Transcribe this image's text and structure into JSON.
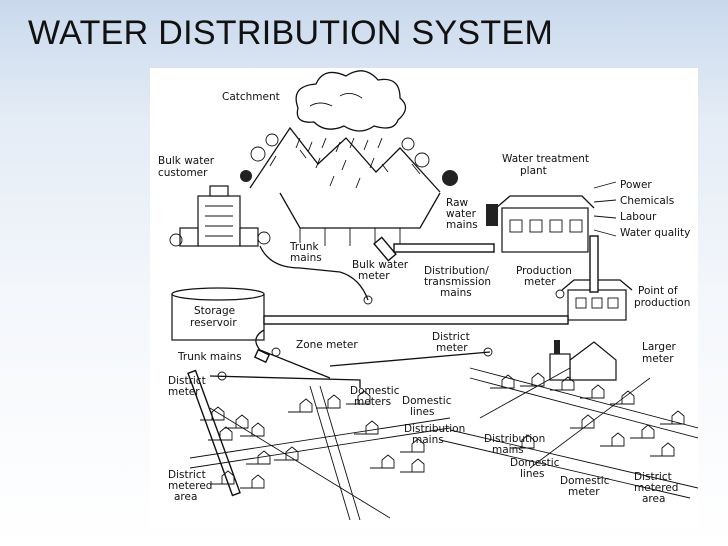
{
  "slide": {
    "title": "WATER DISTRIBUTION SYSTEM"
  },
  "diagram": {
    "labels": {
      "catchment": "Catchment",
      "bulk_water_customer_1": "Bulk water",
      "bulk_water_customer_2": "customer",
      "water_treatment_plant_1": "Water treatment",
      "water_treatment_plant_2": "plant",
      "power": "Power",
      "chemicals": "Chemicals",
      "labour": "Labour",
      "water_quality": "Water quality",
      "raw_water_mains_1": "Raw",
      "raw_water_mains_2": "water",
      "raw_water_mains_3": "mains",
      "trunk_mains_top_1": "Trunk",
      "trunk_mains_top_2": "mains",
      "bulk_water_meter_1": "Bulk water",
      "bulk_water_meter_2": "meter",
      "distribution_transmission_1": "Distribution/",
      "distribution_transmission_2": "transmission",
      "distribution_transmission_3": "mains",
      "production_meter_1": "Production",
      "production_meter_2": "meter",
      "point_of_production_1": "Point of",
      "point_of_production_2": "production",
      "storage_reservoir_1": "Storage",
      "storage_reservoir_2": "reservoir",
      "zone_meter": "Zone meter",
      "district_meter_top_1": "District",
      "district_meter_top_2": "meter",
      "larger_meter_1": "Larger",
      "larger_meter_2": "meter",
      "trunk_mains_left": "Trunk mains",
      "district_meter_left_1": "District",
      "district_meter_left_2": "meter",
      "domestic_meters_1": "Domestic",
      "domestic_meters_2": "meters",
      "domestic_lines_1": "Domestic",
      "domestic_lines_2": "lines",
      "distribution_mains_1": "Distribution",
      "distribution_mains_2": "mains",
      "distribution_mains_right_1": "Distribution",
      "distribution_mains_right_2": "mains",
      "domestic_lines_right_1": "Domestic",
      "domestic_lines_right_2": "lines",
      "domestic_meter_right_1": "Domestic",
      "domestic_meter_right_2": "meter",
      "district_metered_area_left_1": "District",
      "district_metered_area_left_2": "metered",
      "district_metered_area_left_3": "area",
      "district_metered_area_right_1": "District",
      "district_metered_area_right_2": "metered",
      "district_metered_area_right_3": "area"
    }
  }
}
